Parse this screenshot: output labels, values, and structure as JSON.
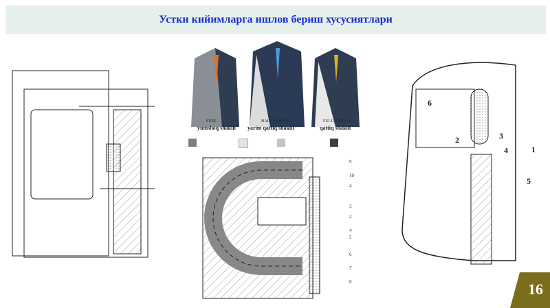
{
  "title": "Устки кийимларга ишлов бериш хусусиятлари",
  "page_number": "16",
  "jackets": [
    {
      "type": "FUSE",
      "name": "yumshoq shakili",
      "lining_color": "#8a8f96"
    },
    {
      "type": "HALF CANVAS",
      "name": "yarim  qattiq shakili",
      "lining_color": "#dcdcdc"
    },
    {
      "type": "FULL CANVAS",
      "name": "qattiq shakili",
      "lining_color": "#e8e8e8"
    }
  ],
  "legend_swatches": [
    "#7b8086",
    "#e4e4e4",
    "#c4c4c4",
    "#3a4048"
  ],
  "right_diagram_labels": [
    "1",
    "2",
    "3",
    "4",
    "5",
    "6"
  ],
  "middle_diagram_labels": [
    "9",
    "10",
    "4",
    "3",
    "2",
    "4",
    "5",
    "6",
    "7",
    "8"
  ],
  "colors": {
    "title": "#1a2fd6",
    "header_bg": "#e6f0ea",
    "badge": "#7a6d1c"
  }
}
